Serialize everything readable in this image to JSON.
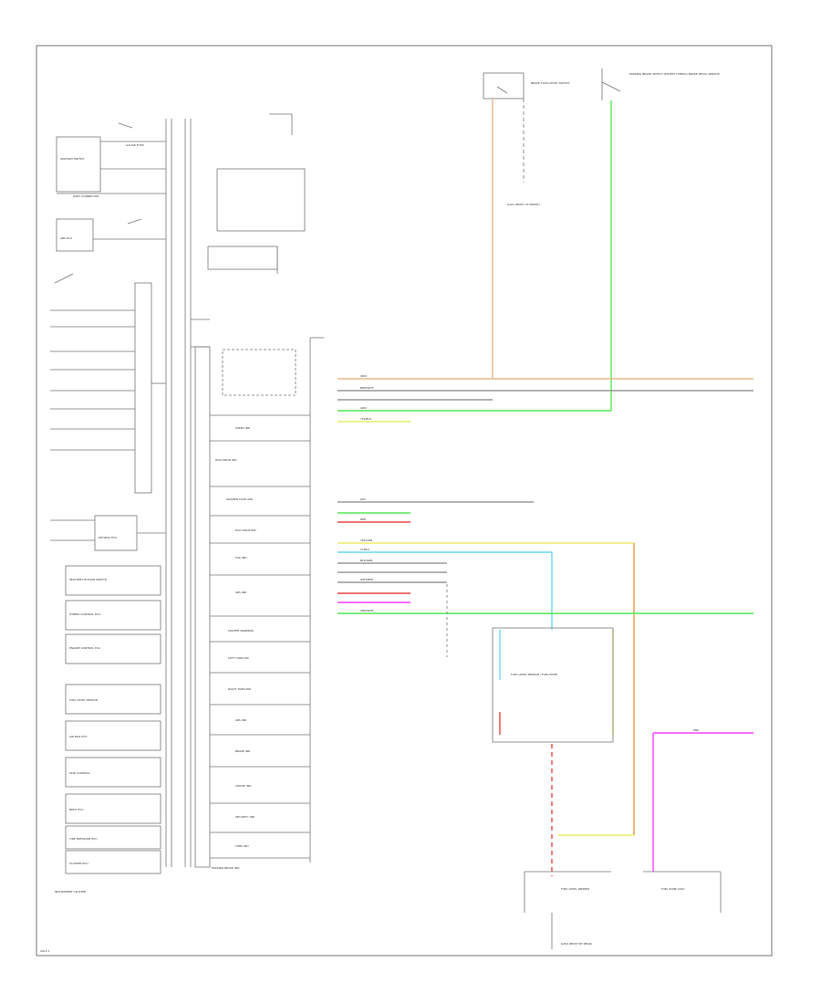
{
  "diagram": {
    "footer_label": "INSTRUMENT CLUSTER",
    "page_mark": "2014 1",
    "colors": {
      "orange": "#e8b98a",
      "brown_orange": "#e89a40",
      "green": "#55e855",
      "gray": "#9a9a9a",
      "yellow": "#ecec6a",
      "red": "#e84646",
      "light_blue": "#6ad8ea",
      "magenta": "#ff40ff",
      "line": "#777777"
    },
    "top_right": {
      "brake_switch": "BRAKE FLUID LEVEL SWITCH",
      "parking_brake_switch": "PARKING BRAKE SWITCH (EXCEPT HYBRID) BRAKE PEDAL SENSOR",
      "ground_label": "G101 (BODY LH FRONT)"
    },
    "left_blocks": [
      "GAUGE FUSE",
      "IGNITION SWITCH",
      "JOINT CONNECTOR",
      "ABS ECU",
      "KEYLESS ECU",
      "SEAT BELT BUCKLE SWITCH",
      "HYBRID CONTROL ECU",
      "ENGINE CONTROL ECU",
      "FUEL LEVEL SENSOR",
      "AIR BAG ECU",
      "SKID CONTROL",
      "BODY ECU",
      "TIRE PRESSURE ECU",
      "CLUSTER ECU"
    ],
    "center_items": [
      "SPEED IND",
      "HIGH BEAM IND",
      "WASHER FLUID IND",
      "ECO MODE IND",
      "TAIL IND",
      "SRS IND",
      "MASTER WARNING",
      "LEFT TURN IND",
      "RIGHT TURN IND",
      "ABS IND",
      "BRAKE IND",
      "CRUISE IND",
      "SECURITY IND",
      "TPMS IND",
      "PARKING BRAKE IND"
    ],
    "wire_labels": [
      "ORN",
      "BRN/WHT",
      "GRN",
      "YEL/BLU",
      "GRY",
      "RED",
      "YEL/GRN",
      "LT BLU",
      "BLK/GRN",
      "WHT/RED",
      "GRN/WHT",
      "PNK"
    ],
    "fuel_unit": "FUEL LEVEL SENSOR / FUEL PUMP",
    "lower_blocks": [
      "FUEL LEVEL SENDER",
      "FUEL PUMP ASSY"
    ],
    "bottom_ground": "G202 (BODY RH REAR)"
  }
}
